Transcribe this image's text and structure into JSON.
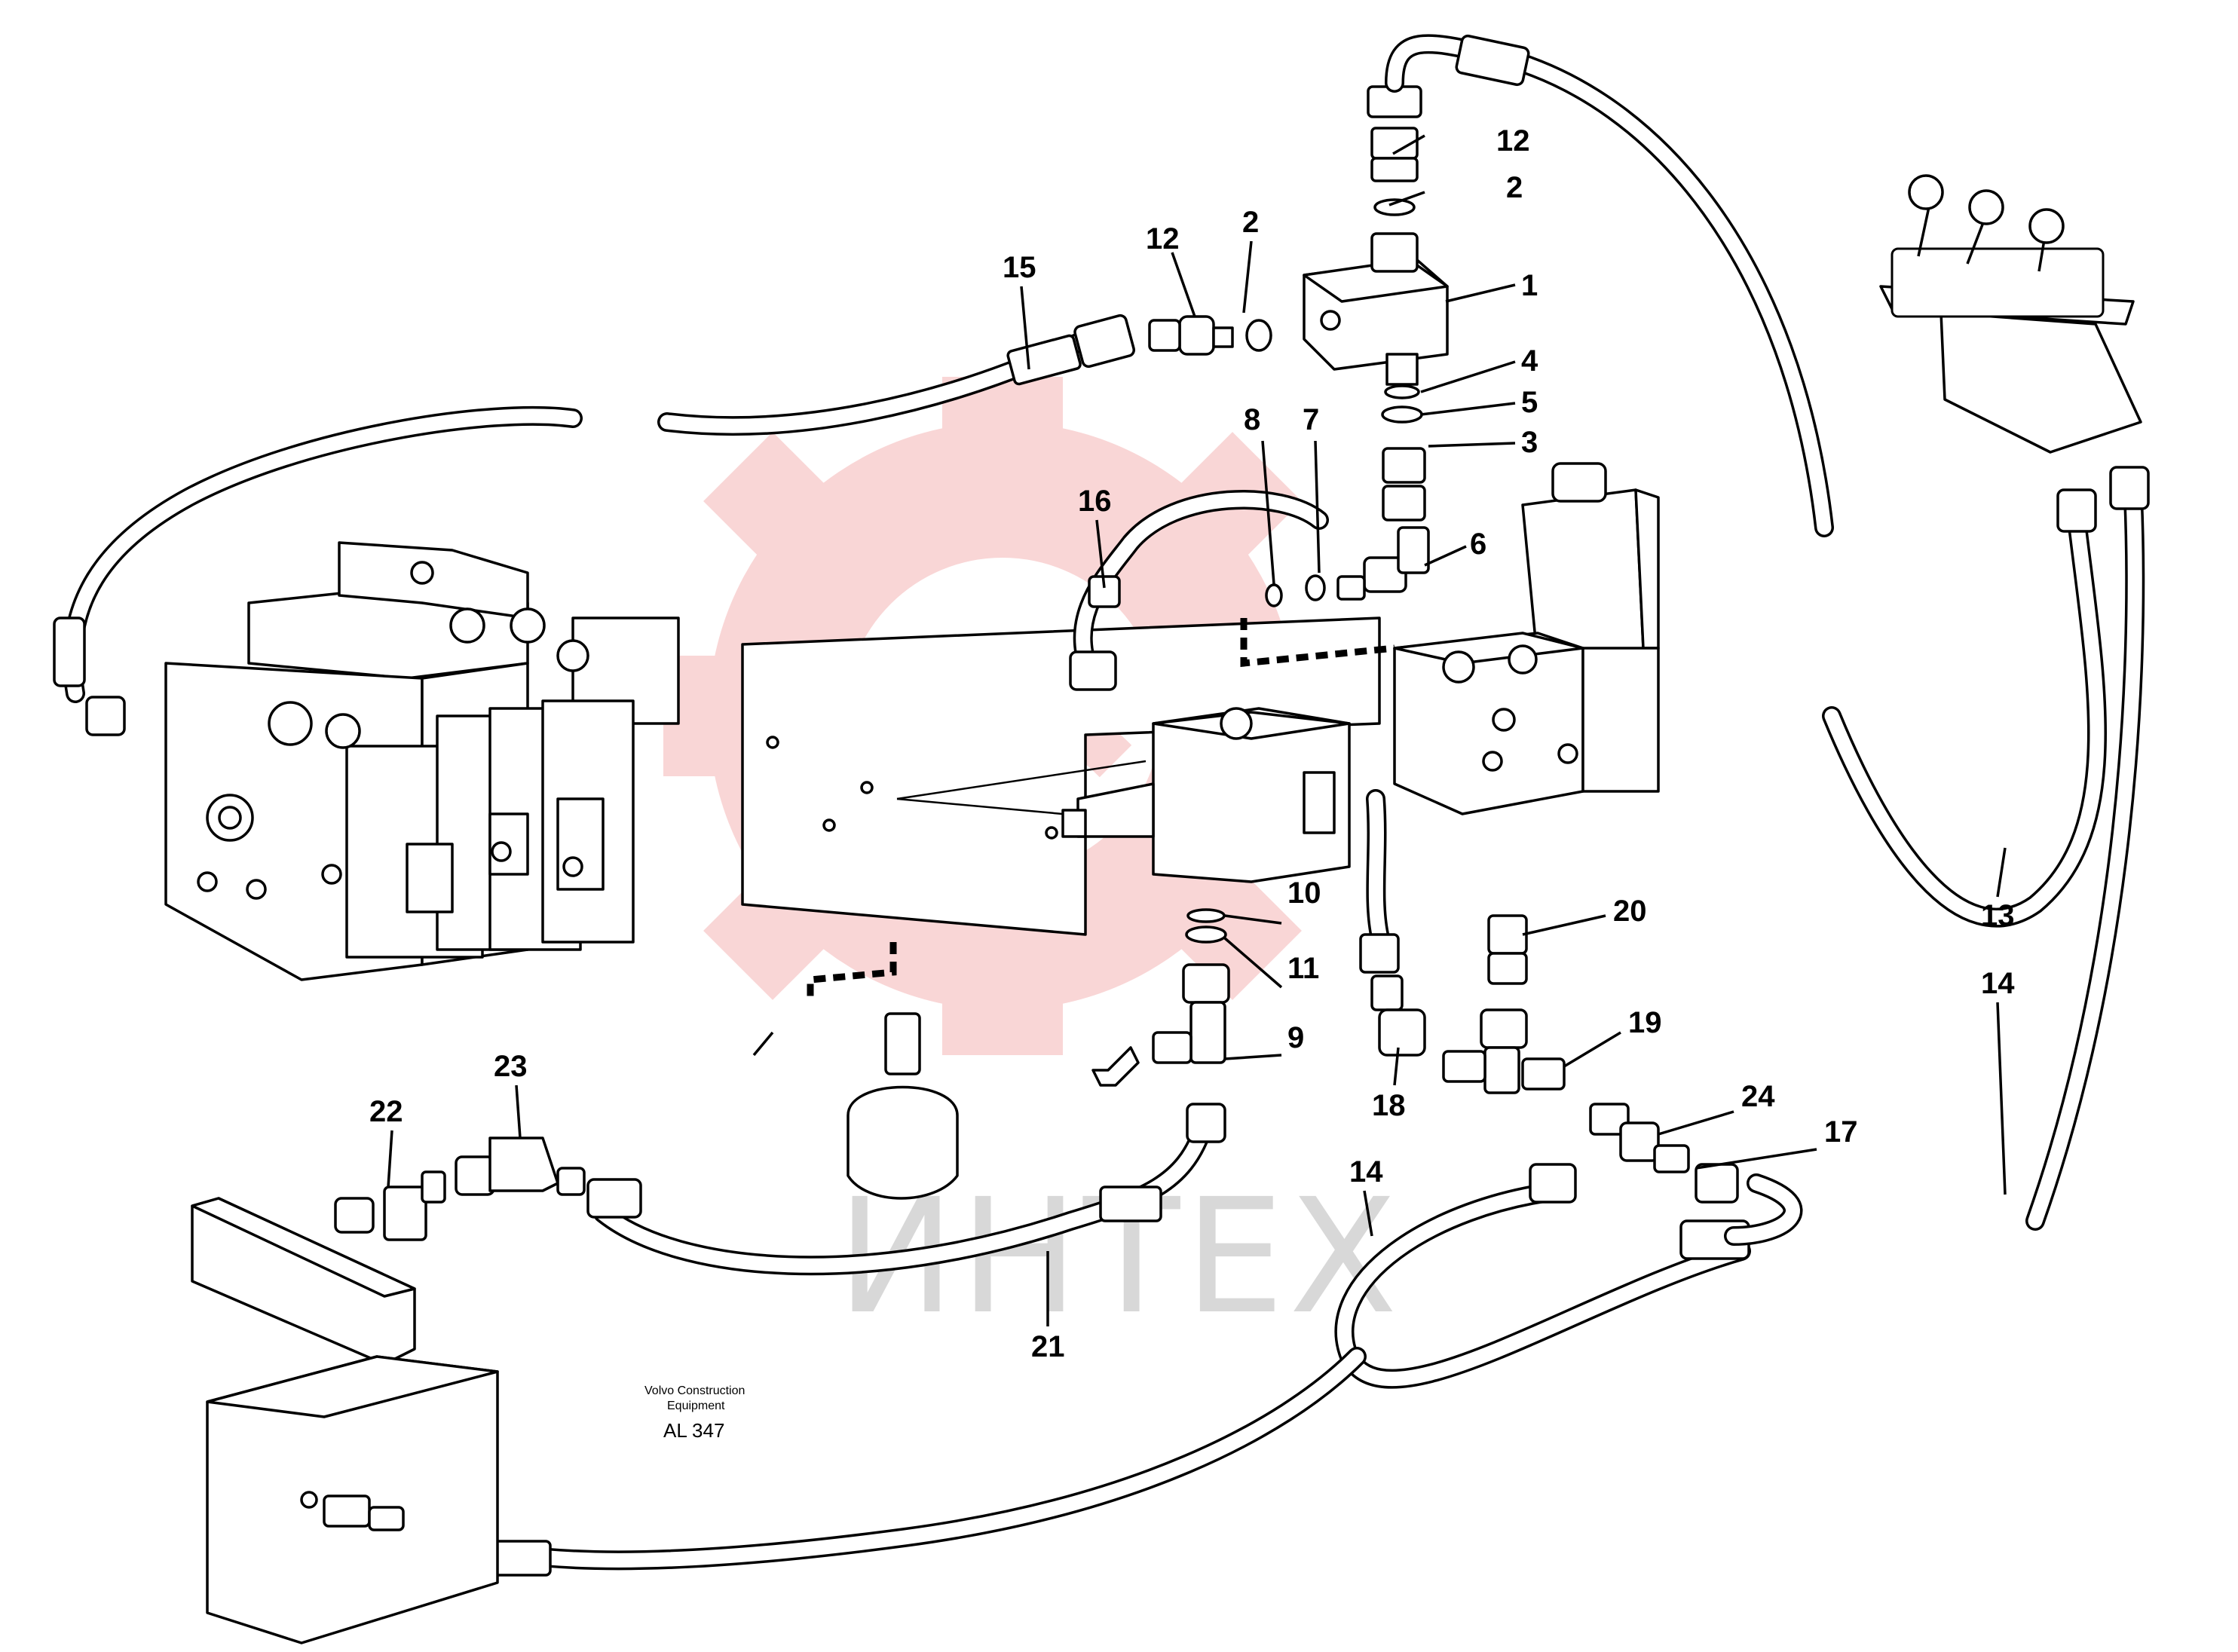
{
  "callouts": [
    {
      "number": "1"
    },
    {
      "number": "2"
    },
    {
      "number": "2"
    },
    {
      "number": "3"
    },
    {
      "number": "4"
    },
    {
      "number": "5"
    },
    {
      "number": "6"
    },
    {
      "number": "7"
    },
    {
      "number": "8"
    },
    {
      "number": "9"
    },
    {
      "number": "10"
    },
    {
      "number": "11"
    },
    {
      "number": "12"
    },
    {
      "number": "12"
    },
    {
      "number": "13"
    },
    {
      "number": "14"
    },
    {
      "number": "14"
    },
    {
      "number": "15"
    },
    {
      "number": "16"
    },
    {
      "number": "17"
    },
    {
      "number": "18"
    },
    {
      "number": "19"
    },
    {
      "number": "20"
    },
    {
      "number": "21"
    },
    {
      "number": "22"
    },
    {
      "number": "23"
    },
    {
      "number": "24"
    }
  ],
  "label": {
    "line1": "Volvo Construction",
    "line2": "Equipment",
    "ref": "AL 347"
  },
  "watermark": {
    "text": "ИНТЕХ",
    "color": "#d8d8d8",
    "gear_color": "#f9d6d6"
  }
}
